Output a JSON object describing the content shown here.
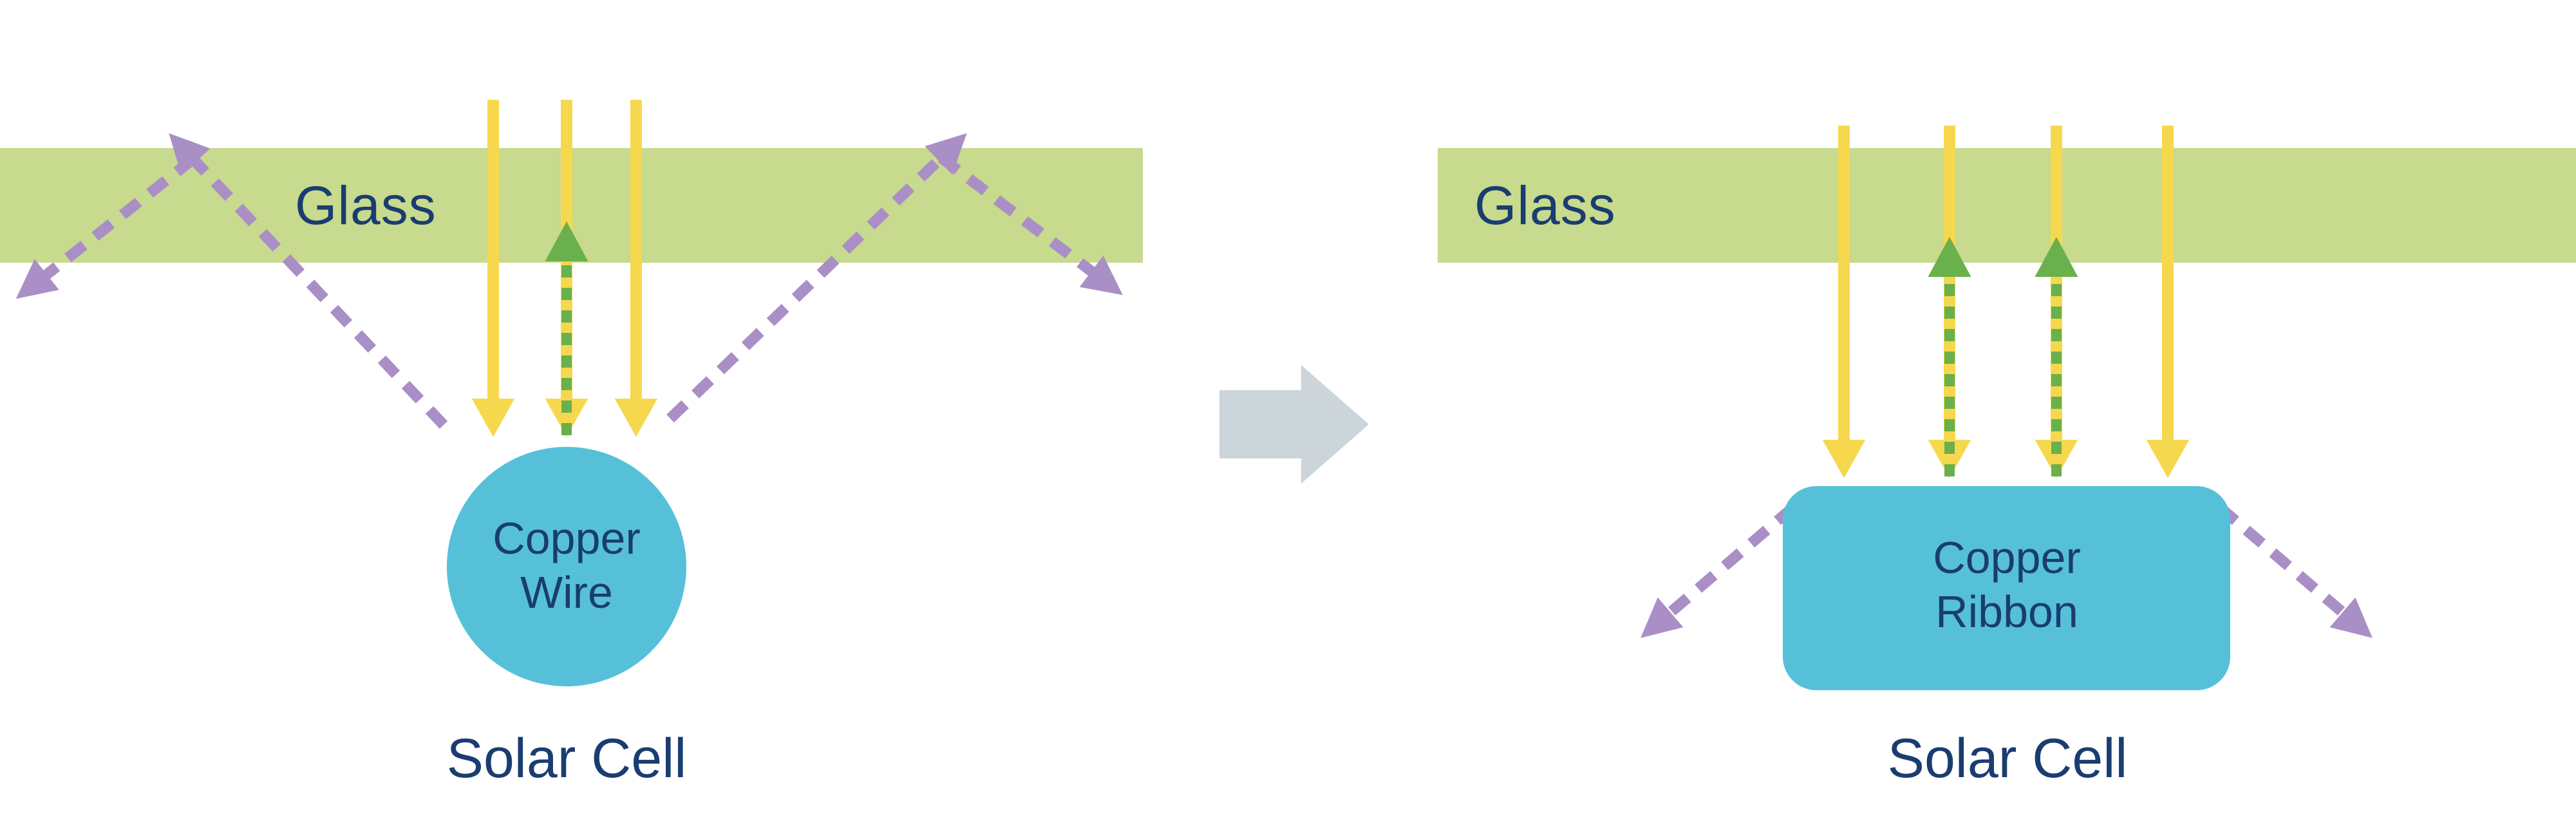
{
  "colors": {
    "background": "#ffffff",
    "glass": "#c7da8d",
    "sunlight": "#f6d84f",
    "reflected": "#6ab04c",
    "scattered": "#a98fc6",
    "conductor": "#56c0d9",
    "text": "#193d70",
    "transition": "#ccd5d9"
  },
  "left_panel": {
    "glass_label": "Glass",
    "conductor_line1": "Copper",
    "conductor_line2": "Wire",
    "cell_label": "Solar Cell"
  },
  "right_panel": {
    "glass_label": "Glass",
    "conductor_line1": "Copper",
    "conductor_line2": "Ribbon",
    "cell_label": "Solar Cell"
  }
}
